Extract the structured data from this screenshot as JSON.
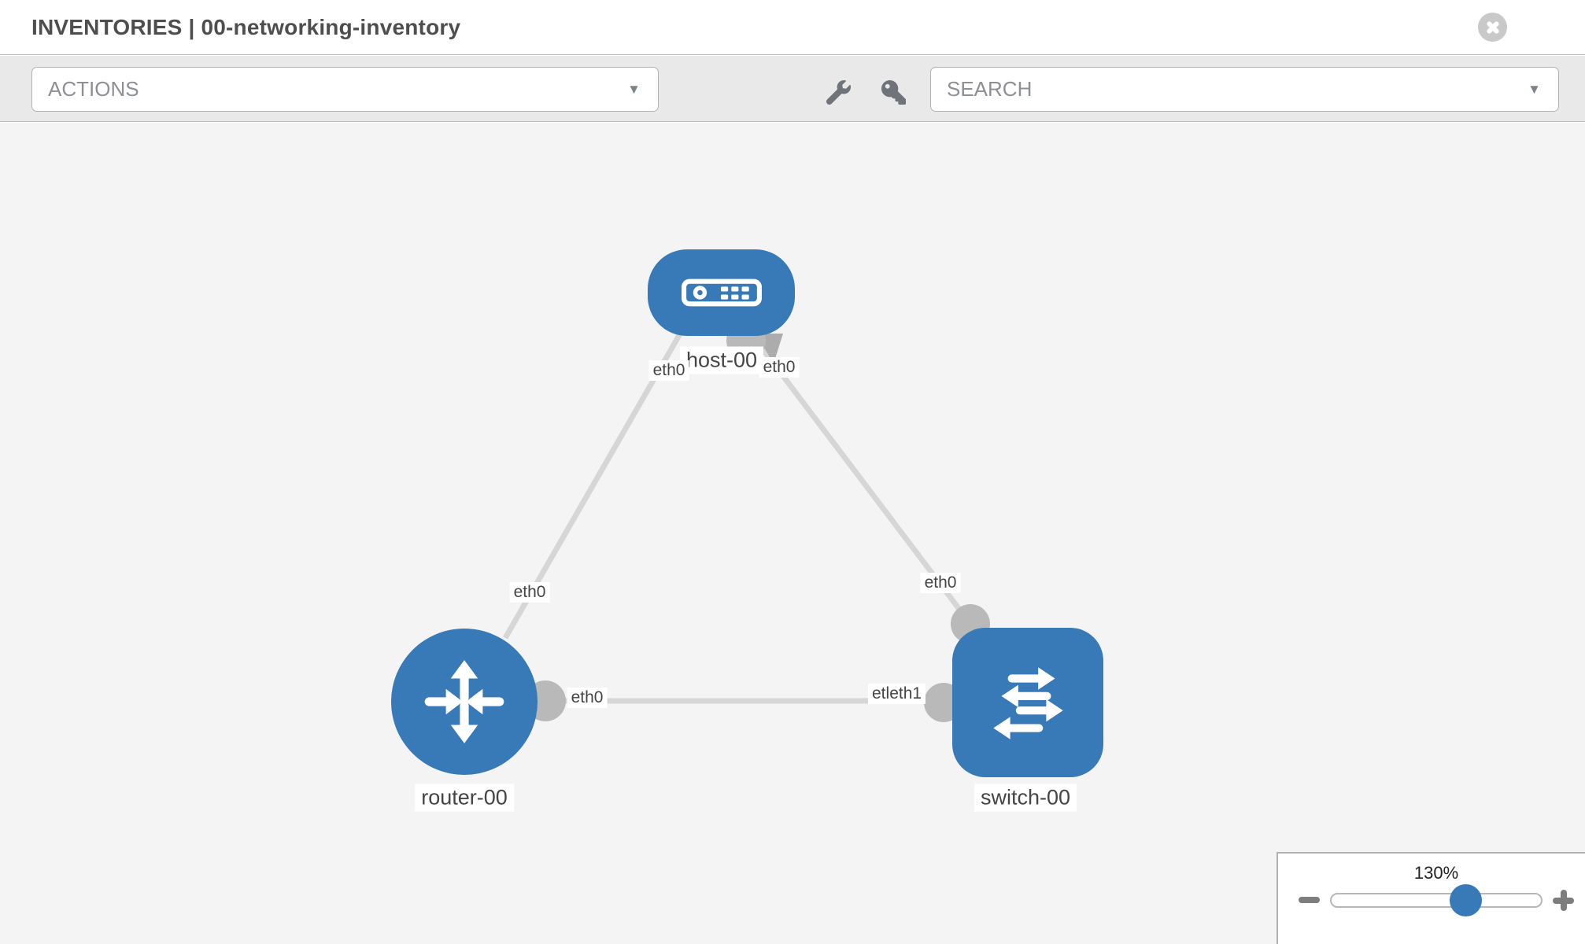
{
  "header": {
    "title": "INVENTORIES | 00-networking-inventory"
  },
  "toolbar": {
    "actions": {
      "label": "ACTIONS"
    },
    "search": {
      "placeholder": "SEARCH"
    },
    "tools": [
      {
        "icon": "wrench-icon"
      },
      {
        "icon": "key-icon"
      }
    ],
    "caret_glyph": "▼"
  },
  "topology": {
    "nodes": [
      {
        "id": "host-00",
        "label": "host-00",
        "type": "host",
        "shape": "rounded-pill",
        "color": "#3879b7"
      },
      {
        "id": "router-00",
        "label": "router-00",
        "type": "router",
        "shape": "circle",
        "color": "#3879b7"
      },
      {
        "id": "switch-00",
        "label": "switch-00",
        "type": "switch",
        "shape": "rounded-square",
        "color": "#3879b7"
      }
    ],
    "links": [
      {
        "source": "host-00",
        "target": "router-00"
      },
      {
        "source": "host-00",
        "target": "switch-00"
      },
      {
        "source": "router-00",
        "target": "switch-00"
      }
    ],
    "interface_labels": [
      {
        "text": "eth0",
        "link": "host-router",
        "end": "host"
      },
      {
        "text": "eth0",
        "link": "host-switch",
        "end": "host"
      },
      {
        "text": "eth0",
        "link": "host-router",
        "end": "router"
      },
      {
        "text": "eth0",
        "link": "host-switch",
        "end": "switch"
      },
      {
        "text": "eth0",
        "link": "router-switch",
        "end": "router"
      },
      {
        "text": "etl",
        "link": "router-switch",
        "end": "switch"
      },
      {
        "text": "eth1",
        "link": "router-switch",
        "end": "switch"
      }
    ]
  },
  "zoom_control": {
    "value": "130%",
    "slider_position_pct": 64
  },
  "colors": {
    "node_blue": "#3879b7",
    "link_gray": "#d6d6d6",
    "interface_gray": "#b9b9b9",
    "canvas_bg": "#f4f4f4",
    "toolbar_bg": "#e9e9e9"
  }
}
